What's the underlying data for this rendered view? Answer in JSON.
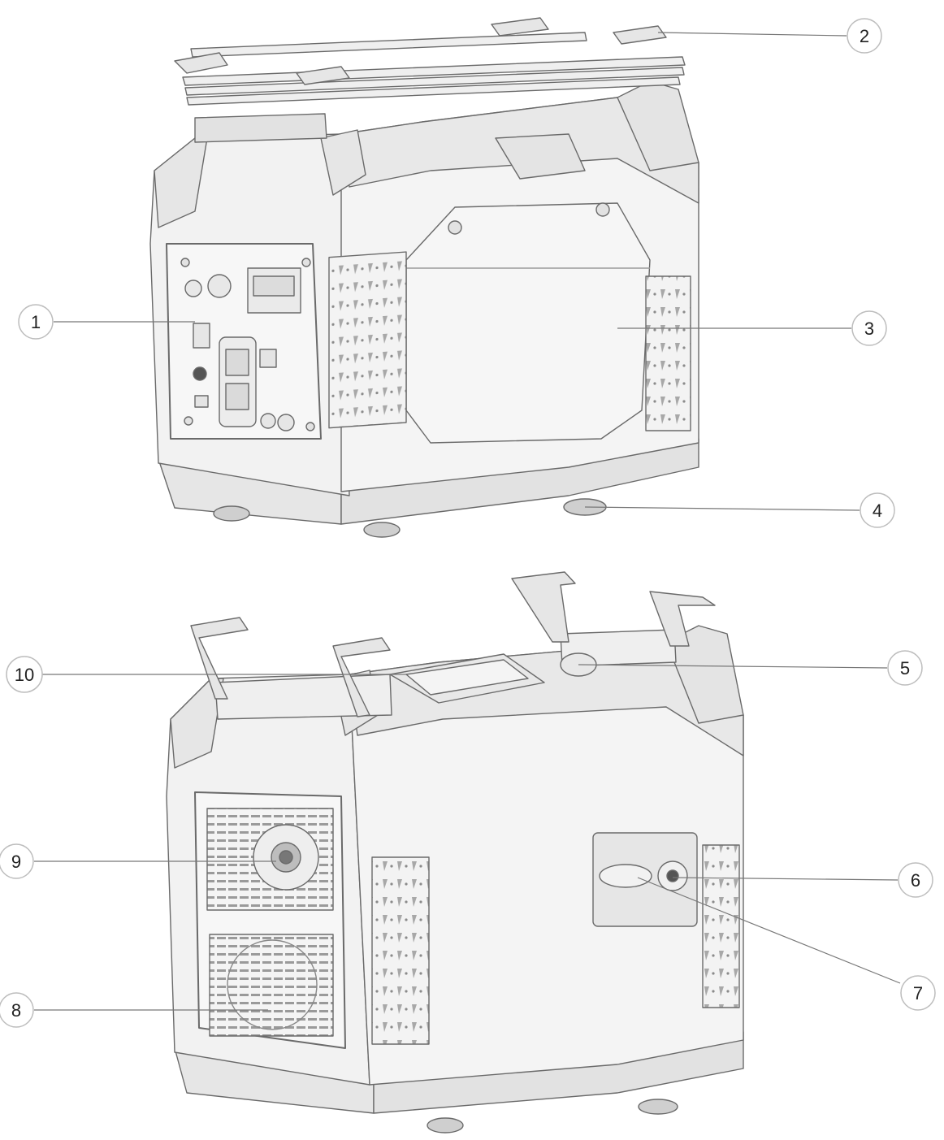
{
  "callouts": [
    {
      "num": "1"
    },
    {
      "num": "2"
    },
    {
      "num": "3"
    },
    {
      "num": "4"
    },
    {
      "num": "5"
    },
    {
      "num": "6"
    },
    {
      "num": "7"
    },
    {
      "num": "8"
    },
    {
      "num": "9"
    },
    {
      "num": "10"
    }
  ],
  "colors": {
    "body": "#f2f2f2",
    "body_shade": "#e2e2e2",
    "body_dark": "#cfcfcf",
    "line": "#6a6a6a",
    "callout_circle": "#ffffff",
    "callout_stroke": "#bdbdbd",
    "leader": "#777777"
  }
}
